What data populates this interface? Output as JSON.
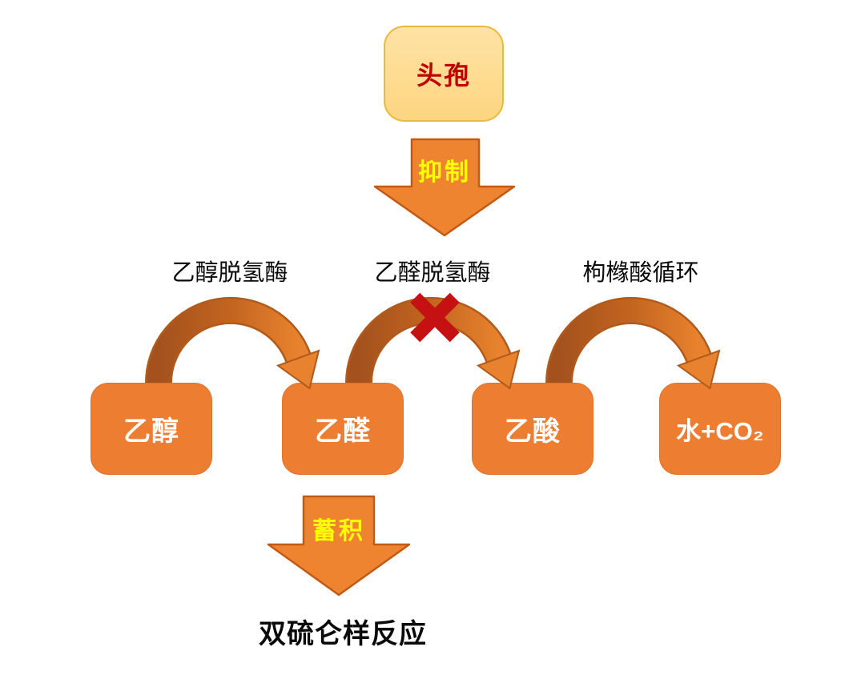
{
  "nodes": {
    "cephalosporin": "头孢",
    "ethanol": "乙醇",
    "acetaldehyde": "乙醛",
    "acetic_acid": "乙酸",
    "water_co2": "水+CO₂"
  },
  "arrows": {
    "inhibit": "抑制",
    "accumulate": "蓄积"
  },
  "enzymes": {
    "alcohol_dehydrogenase": "乙醇脱氢酶",
    "acetaldehyde_dehydrogenase": "乙醛脱氢酶",
    "citric_acid_cycle": "枸橼酸循环"
  },
  "result": "双硫仑样反应",
  "icons": {
    "blocked_cross": "x-mark",
    "down_arrow": "block-arrow-down",
    "curved_arrow": "curved-right-arrow"
  },
  "colors": {
    "box_orange": "#ED7D31",
    "box_border": "#E0702A",
    "arrow_fill": "#EE8430",
    "arrow_border": "#C05A15",
    "curved_tail": "#A4511E",
    "curved_mid": "#C2641F",
    "curved_head": "#E8822E",
    "curved_outline": "#B05A1B",
    "ceph_fill_top": "#FFE3A6",
    "ceph_fill_bottom": "#FCD57F",
    "ceph_border": "#E9B941",
    "ceph_text": "#C00000",
    "label_yellow": "#FFFF00",
    "cross_red": "#C51111",
    "text_black": "#0A0A0A",
    "bg_white": "#FFFFFF"
  }
}
